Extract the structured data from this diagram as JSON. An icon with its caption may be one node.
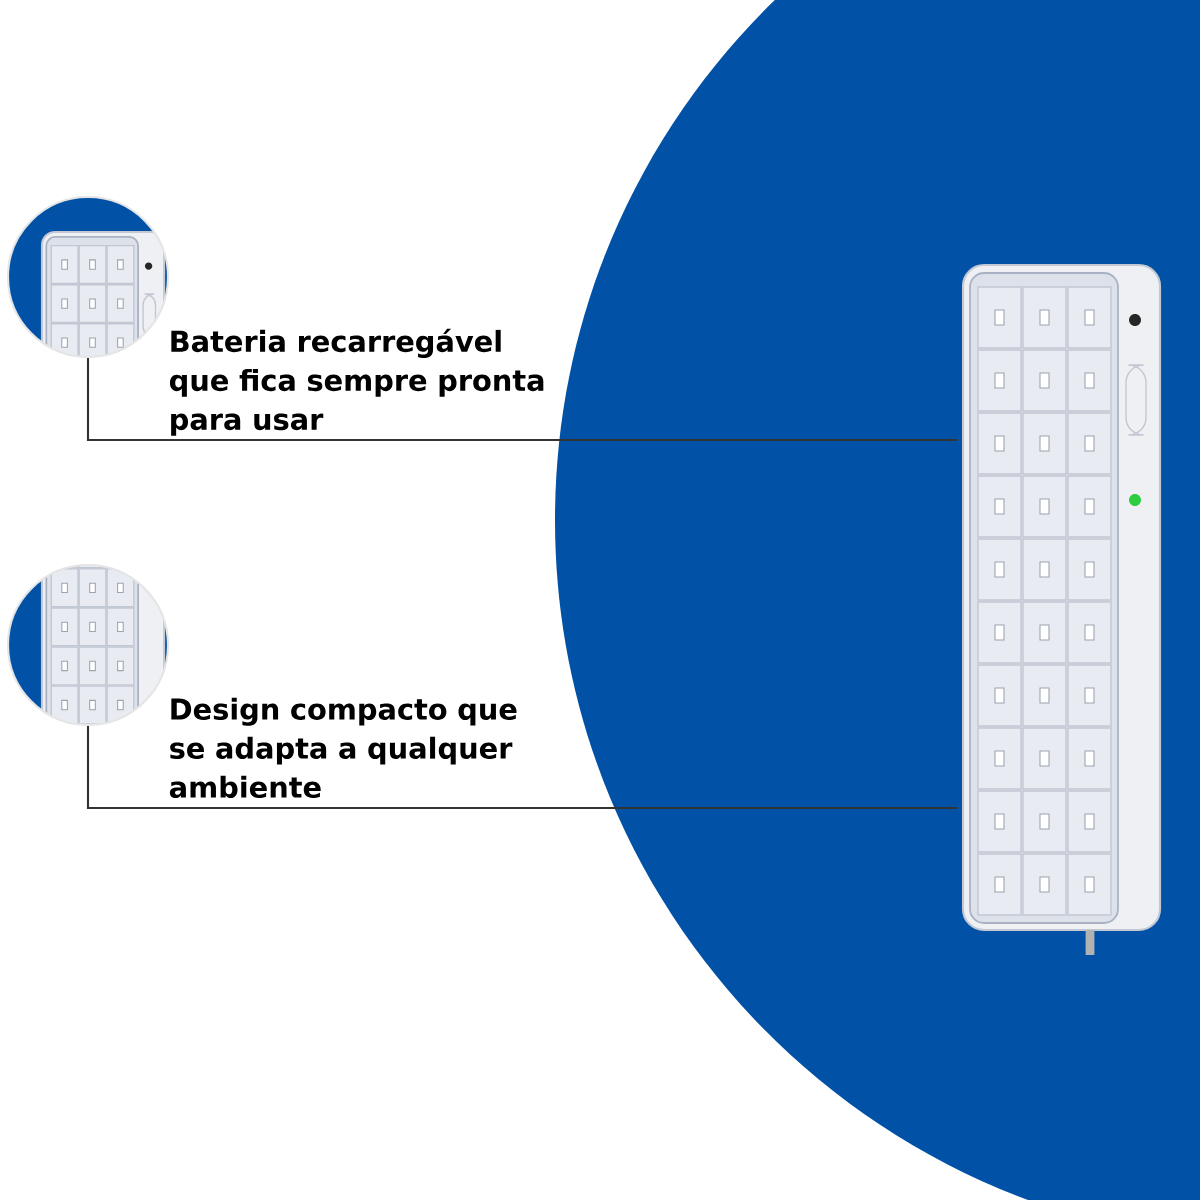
{
  "diagram": {
    "nodes": [
      {
        "text": [],
        "shape": "picture",
        "beside": [
          "Bateria recarregável que fica sempre pronta para usar"
        ]
      },
      {
        "text": [],
        "shape": "picture",
        "beside": [
          "Design compacto que se adapta a qualquer ambiente"
        ]
      },
      {
        "text": [],
        "shape": "picture"
      }
    ],
    "edges": [
      {
        "from": 0,
        "to": 2,
        "arrow": "none"
      },
      {
        "from": 1,
        "to": 2,
        "arrow": "none"
      }
    ]
  }
}
